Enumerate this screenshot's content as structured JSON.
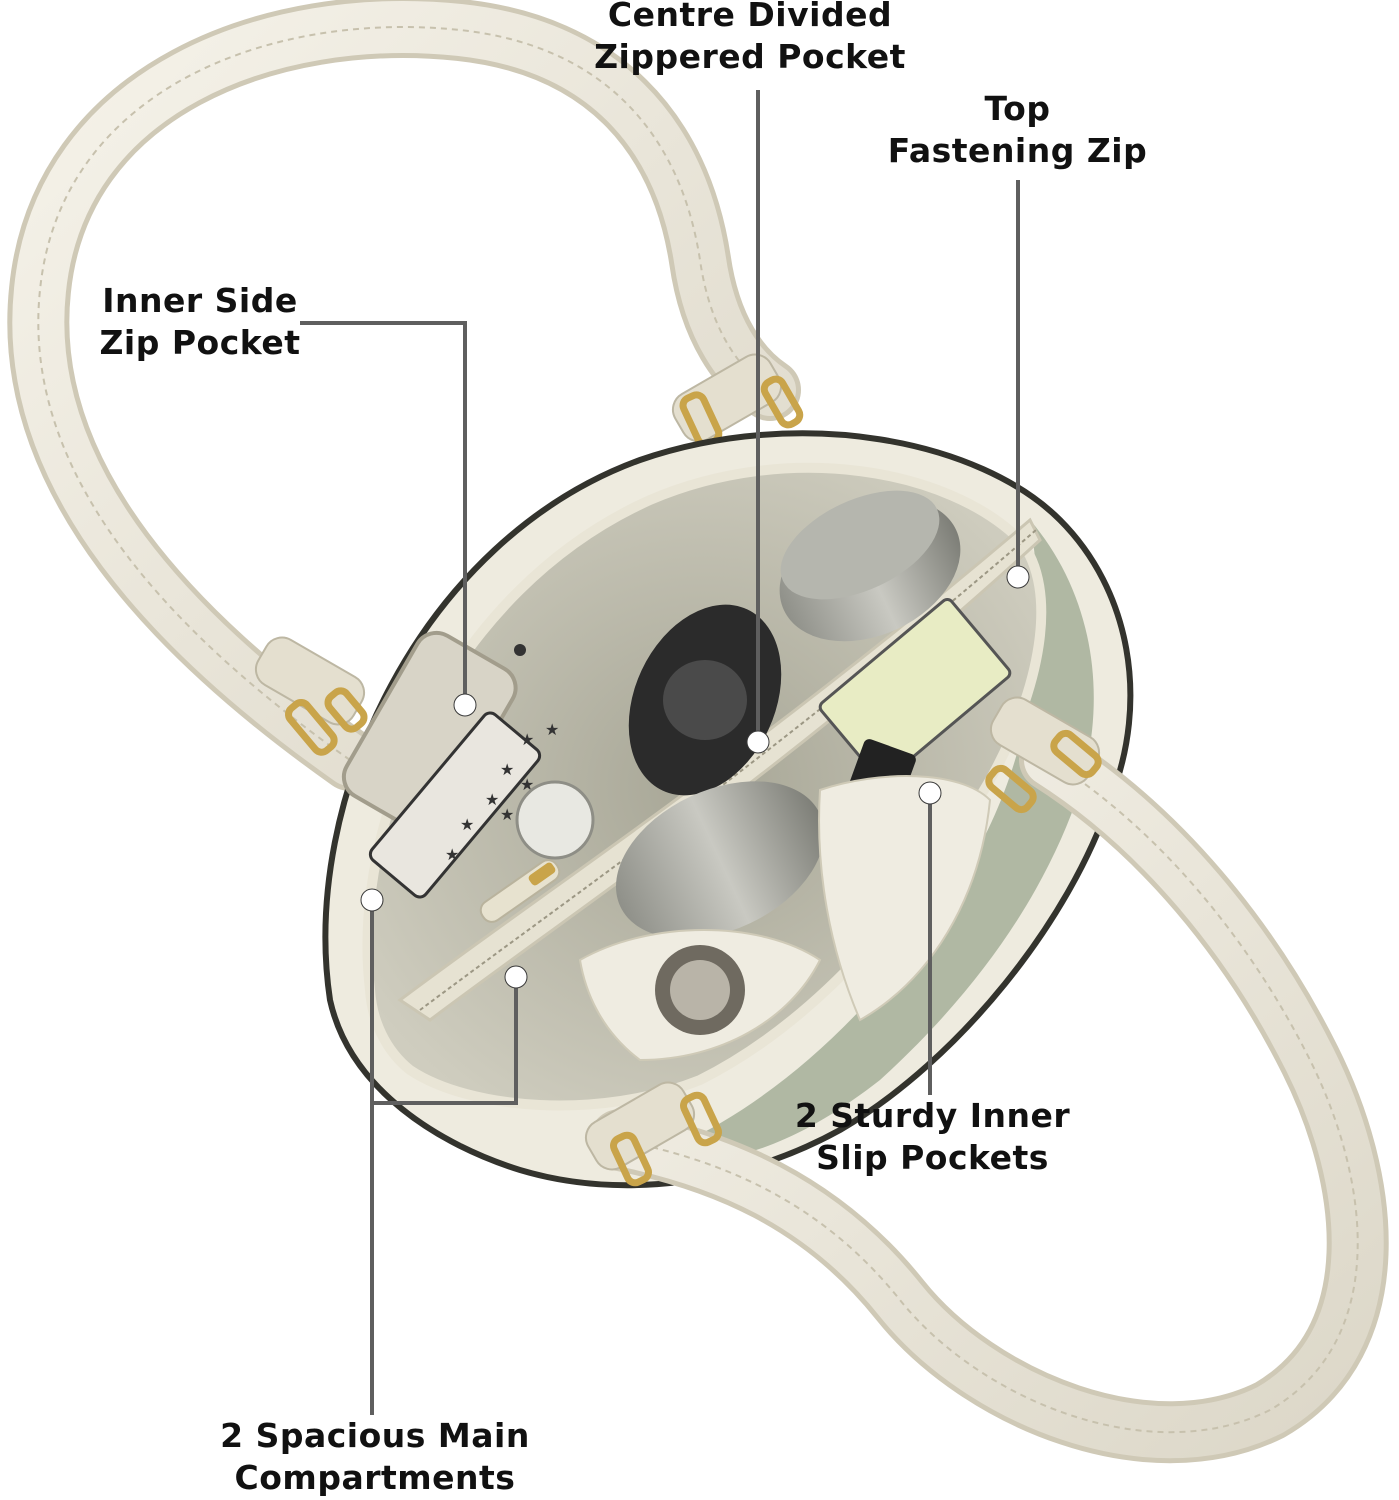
{
  "callouts": {
    "centre_pocket": {
      "line1": "Centre Divided",
      "line2": "Zippered Pocket"
    },
    "top_zip": {
      "line1": "Top",
      "line2": "Fastening Zip"
    },
    "side_zip": {
      "line1": "Inner Side",
      "line2": "Zip Pocket"
    },
    "slip_pockets": {
      "line1": "2 Sturdy Inner",
      "line2": "Slip Pockets"
    },
    "main_compartments": {
      "line1": "2 Spacious Main",
      "line2": "Compartments"
    }
  },
  "colors": {
    "leader_line": "#5f5f5f",
    "marker_dot": "#ffffff",
    "strap": "#ece8dc",
    "body_sage": "#a9b39c",
    "body_cream": "#f0ede2",
    "lining": "#bdbcae",
    "trim_dark": "#3a3a34",
    "hardware_gold": "#c9a44a"
  }
}
